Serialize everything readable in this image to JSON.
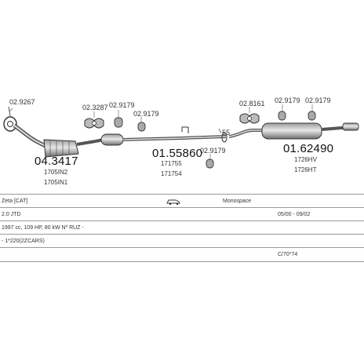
{
  "parts": {
    "clamp_1": "02.9267",
    "cat_number": "04.3417",
    "cat_ref_1": "1705IN2",
    "cat_ref_2": "1705IN1",
    "bracket_1": "02.3287",
    "rubber_1": "02.9179",
    "rubber_2": "02.9179",
    "middle_number": "01.55860",
    "middle_ref_1": "171755",
    "middle_ref_2": "171754",
    "rubber_3": "02.9179",
    "gasket_55": "55",
    "bracket_2": "02.8161",
    "rubber_4": "02.9179",
    "rubber_5": "02.9179",
    "rear_number": "01.62490",
    "rear_ref_1": "1726HV",
    "rear_ref_2": "1726HT"
  },
  "info": {
    "model": "Zeta [CAT]",
    "body_type": "Monospace",
    "engine": "2.0 JTD",
    "years": "05/00 - 09/02",
    "specs": "1997 cc, 109 HP, 80 kW Nº RUZ -",
    "fitting": "- 1*220(2ZCARS)",
    "code": "C/70*74"
  }
}
